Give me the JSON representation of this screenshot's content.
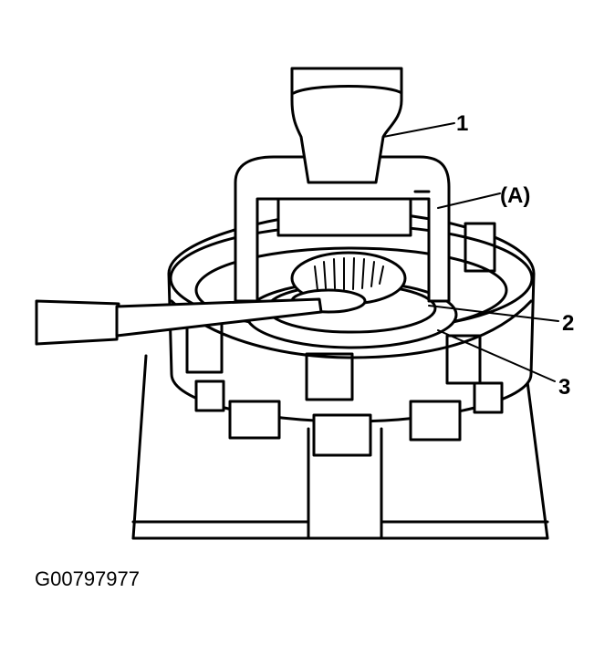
{
  "figure": {
    "callouts": {
      "c1": "1",
      "cA": "(A)",
      "c2": "2",
      "c3": "3"
    },
    "figure_id": "G00797977"
  }
}
